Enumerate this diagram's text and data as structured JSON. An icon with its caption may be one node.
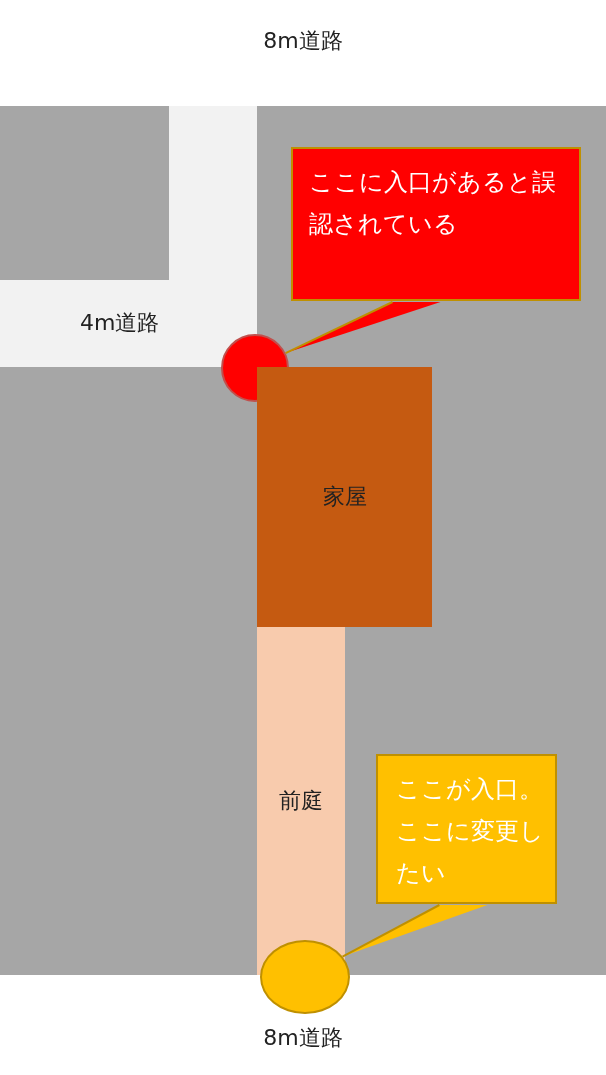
{
  "diagram": {
    "nodes": [
      {
        "text": [
          "8m道路"
        ]
      },
      {
        "text": [
          "4m道路"
        ]
      },
      {
        "text": [],
        "shape": "circle"
      },
      {
        "text": [
          "ここに入口があると誤認されている"
        ]
      },
      {
        "text": [
          "家屋"
        ]
      },
      {
        "text": [
          "前庭"
        ]
      },
      {
        "text": [
          "ここが入口。ここに変更したい"
        ]
      },
      {
        "text": [],
        "shape": "circle"
      },
      {
        "text": [
          "8m道路"
        ]
      }
    ],
    "edges": [
      {
        "from": 3,
        "to": 2,
        "arrow": "none"
      },
      {
        "from": 6,
        "to": 7,
        "arrow": "none"
      }
    ]
  }
}
